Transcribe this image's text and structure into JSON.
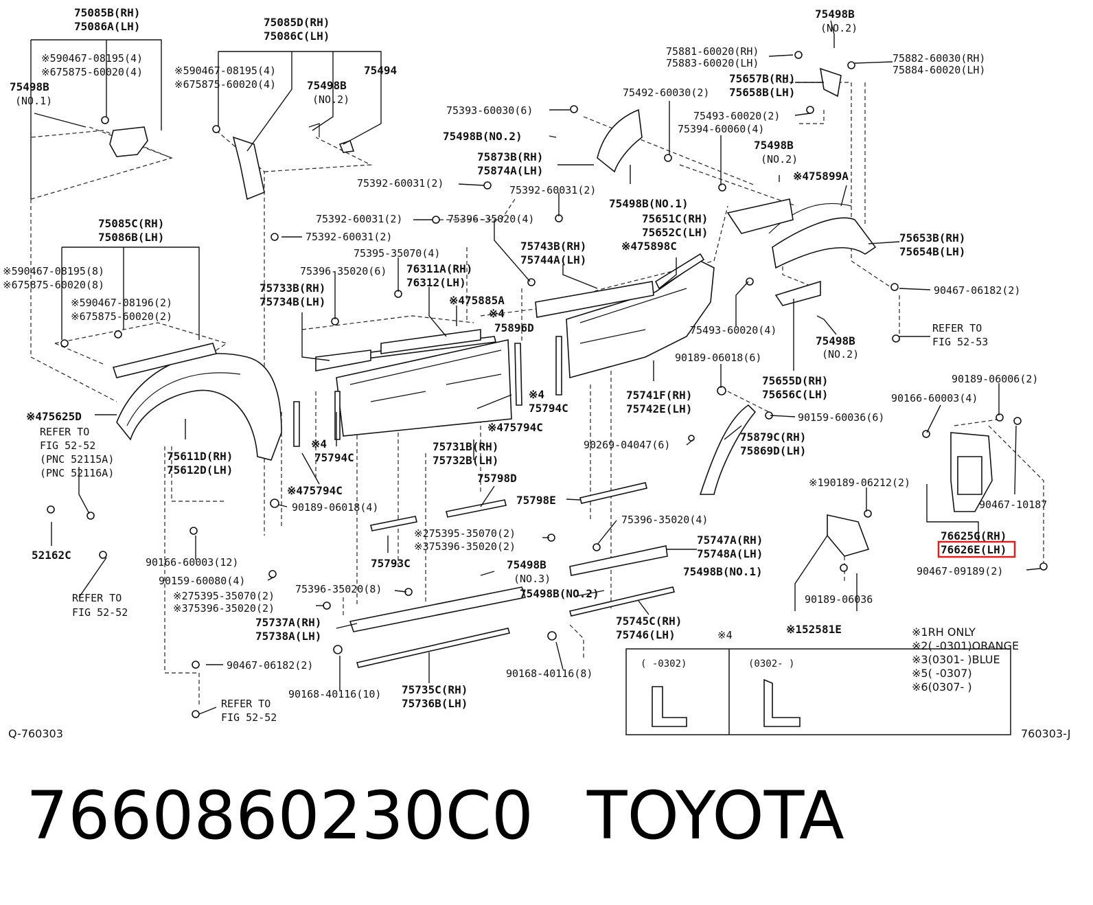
{
  "labels": {
    "l1a": "75085B(RH)",
    "l1b": "75086A(LH)",
    "l2a": "※590467-08195(4)",
    "l2b": "※675875-60020(4)",
    "l3a": "75498B",
    "l3b": "(NO.1)",
    "l4a": "75085D(RH)",
    "l4b": "75086C(LH)",
    "l5a": "※590467-08195(4)",
    "l5b": "※675875-60020(4)",
    "l6a": "75498B",
    "l6b": "(NO.2)",
    "l7": "75494",
    "l8": "75393-60030(6)",
    "l9": "75498B(NO.2)",
    "l10a": "75873B(RH)",
    "l10b": "75874A(LH)",
    "l11": "75392-60031(2)",
    "l12": "75392-60031(2)",
    "l13": "75498B(NO.1)",
    "l14": "75392-60031(2)",
    "l15": "75396-35020(4)",
    "l16": "75392-60031(2)",
    "l17": "75395-35070(4)",
    "l18": "75396-35020(6)",
    "l19a": "76311A(RH)",
    "l19b": "76312(LH)",
    "l20a": "75743B(RH)",
    "l20b": "75744A(LH)",
    "l21": "※475898C",
    "l22a": "75651C(RH)",
    "l22b": "75652C(LH)",
    "l23a": "75085C(RH)",
    "l23b": "75086B(LH)",
    "l24a": "※590467-08195(8)",
    "l24b": "※675875-60020(8)",
    "l25a": "※590467-08196(2)",
    "l25b": "※675875-60020(2)",
    "l26a": "75733B(RH)",
    "l26b": "75734B(LH)",
    "l27": "※475885A",
    "l28a": "※4",
    "l28b": "75896D",
    "l29": "75498B",
    "l29b": "(NO.2)",
    "l30a": "75498B",
    "l30b": "(NO.2)",
    "l31a": "75881-60020(RH)",
    "l31b": "75883-60020(LH)",
    "l32a": "75882-60030(RH)",
    "l32b": "75884-60020(LH)",
    "l33a": "75657B(RH)",
    "l33b": "75658B(LH)",
    "l34": "75492-60030(2)",
    "l35": "75493-60020(2)",
    "l36": "75394-60060(4)",
    "l37": "※475899A",
    "l38a": "75653B(RH)",
    "l38b": "75654B(LH)",
    "l39": "90467-06182(2)",
    "l40a": "REFER TO",
    "l40b": "FIG 52-53",
    "l41": "75493-60020(4)",
    "l42a": "75498B",
    "l42b": "(NO.2)",
    "l43": "90189-06018(6)",
    "l44a": "75655D(RH)",
    "l44b": "75656C(LH)",
    "l45": "90189-06006(2)",
    "l46": "90166-60003(4)",
    "l47": "90159-60036(6)",
    "l48a": "75741F(RH)",
    "l48b": "75742E(LH)",
    "l49a": "※4",
    "l49b": "75794C",
    "l50a": "※475625D",
    "l51a": "REFER TO",
    "l51b": "FIG 52-52",
    "l51c": "(PNC 52115A)",
    "l51d": "(PNC 52116A)",
    "l52a": "75611D(RH)",
    "l52b": "75612D(LH)",
    "l53a": "※4",
    "l53b": "75794C",
    "l54": "※475794C",
    "l55a": "75731B(RH)",
    "l55b": "75732B(LH)",
    "l56": "※475794C",
    "l57": "90269-04047(6)",
    "l58a": "75879C(RH)",
    "l58b": "75869D(LH)",
    "l59": "75798D",
    "l60": "75798E",
    "l61": "90189-06018(4)",
    "l62": "※190189-06212(2)",
    "l63": "90467-10187",
    "l64": "75396-35020(4)",
    "l65a": "※275395-35070(2)",
    "l65b": "※375396-35020(2)",
    "l66a": "75747A(RH)",
    "l66b": "75748A(LH)",
    "l67a": "76625G(RH)",
    "l67b": "76626E(LH)",
    "l68": "90467-09189(2)",
    "l69": "52162C",
    "l70": "90166-60003(12)",
    "l71": "75793C",
    "l72a": "75498B",
    "l72b": "(NO.3)",
    "l73": "75498B(NO.1)",
    "l74": "90159-60080(4)",
    "l75": "75396-35020(8)",
    "l76": "75498B(NO.2)",
    "l77": "90189-06036",
    "l78a": "REFER TO",
    "l78b": "FIG 52-52",
    "l79a": "※275395-35070(2)",
    "l79b": "※375396-35020(2)",
    "l80a": "75737A(RH)",
    "l80b": "75738A(LH)",
    "l81a": "75745C(RH)",
    "l81b": "75746(LH)",
    "l82": "※152581E",
    "l83": "※4",
    "l84": "90467-06182(2)",
    "l85": "90168-40116(8)",
    "l86": "90168-40116(10)",
    "l87a": "75735C(RH)",
    "l87b": "75736B(LH)",
    "l88a": "REFER TO",
    "l88b": "FIG 52-52",
    "l89a": "(      -0302)",
    "l89b": "(0302-      )",
    "l90": "Q-760303",
    "l91": "760303-J"
  },
  "notes": {
    "n1": "※1RH ONLY",
    "n2": "※2(      -0301)ORANGE",
    "n3": "※3(0301-      )BLUE",
    "n5": "※5(      -0307)",
    "n6": "※6(0307-      )"
  },
  "caption": {
    "part_number": "7660860230C0",
    "brand": "TOYOTA"
  },
  "highlight": {
    "target": "76626E(LH)",
    "color": "#e11d1d"
  }
}
